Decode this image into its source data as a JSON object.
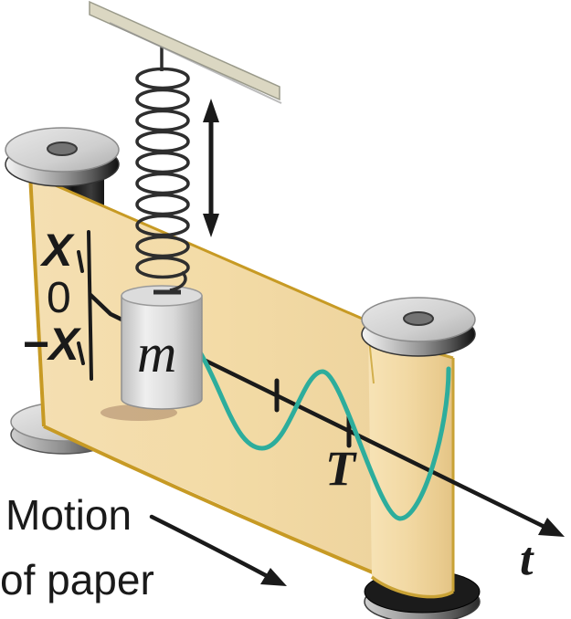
{
  "figure": {
    "title": "mass-on-spring strip-chart recorder diagram",
    "labels": {
      "amplitude_top": "X",
      "equilibrium": "0",
      "amplitude_bottom": "−X",
      "mass": "m",
      "period": "T",
      "time_axis": "t"
    },
    "caption": {
      "line1": "Motion",
      "line2": "of paper"
    },
    "colors": {
      "paper": "#f3dcaa",
      "paper_edge": "#c79a24",
      "wave": "#2dad9c",
      "ceiling": "#dbd7c2",
      "ink": "#1a1a1a",
      "metal_light": "#d6d6d6",
      "metal_dark": "#1e1e1e"
    }
  }
}
